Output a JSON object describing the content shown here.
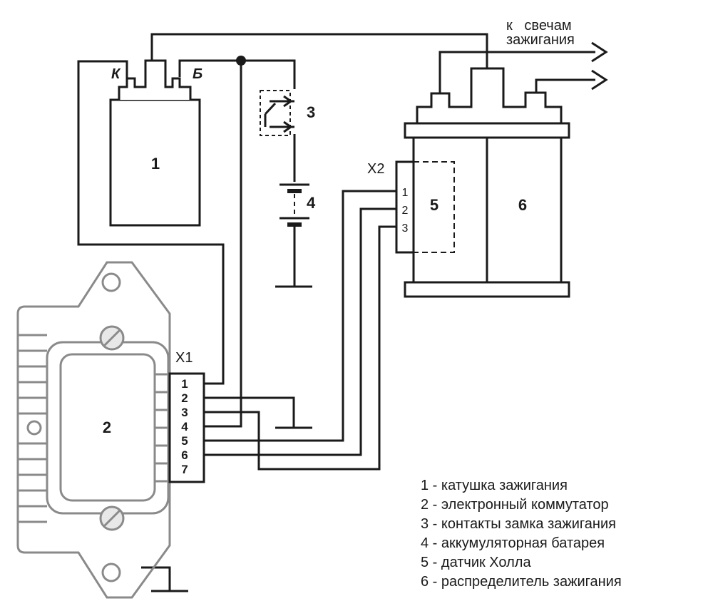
{
  "labels": {
    "coil_number": "1",
    "coil_terminal_k": "К",
    "coil_terminal_b": "Б",
    "commutator_number": "2",
    "ignition_switch_number": "3",
    "battery_number": "4",
    "hall_sensor_number": "5",
    "distributor_number": "6",
    "connector_x1": "X1",
    "connector_x2": "X2",
    "spark_plugs_line1": "к   свечам",
    "spark_plugs_line2": "зажигания"
  },
  "x1_pins": [
    "1",
    "2",
    "3",
    "4",
    "5",
    "6",
    "7"
  ],
  "x2_pins": [
    "1",
    "2",
    "3"
  ],
  "legend": [
    "1 - катушка зажигания",
    "2 - электронный коммутатор",
    "3 - контакты замка зажигания",
    "4 - аккумуляторная батарея",
    "5 - датчик Холла",
    "6 - распределитель зажигания"
  ],
  "colors": {
    "wire": "#1a1a1a",
    "commutator": "#8a8a8a"
  }
}
